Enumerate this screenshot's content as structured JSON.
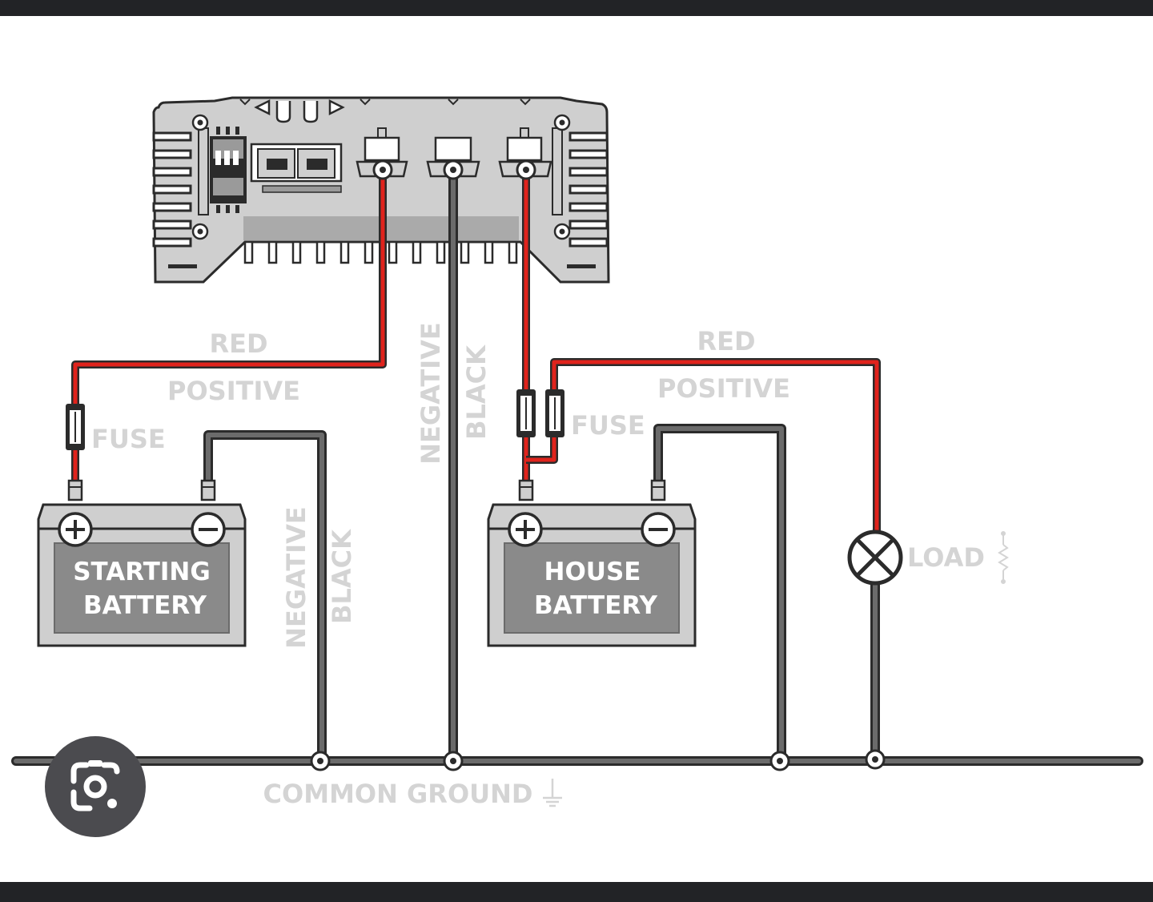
{
  "labels": {
    "red_left": "RED",
    "positive_left": "POSITIVE",
    "fuse_left": "FUSE",
    "negative_center": "NEGATIVE",
    "black_center": "BLACK",
    "red_right": "RED",
    "positive_right": "POSITIVE",
    "fuse_right": "FUSE",
    "negative_left": "NEGATIVE",
    "black_left": "BLACK",
    "load": "LOAD",
    "common_ground": "COMMON GROUND"
  },
  "batteries": {
    "starting": {
      "line1": "STARTING",
      "line2": "BATTERY"
    },
    "house": {
      "line1": "HOUSE",
      "line2": "BATTERY"
    }
  },
  "colors": {
    "positive_wire": "#e0231c",
    "negative_wire": "#6b6b6b",
    "device_body": "#cfcfcf",
    "label_gray": "#d4d4d4",
    "battery_label_bg": "#8a8a8a"
  },
  "icons": {
    "lens": "visual-search-camera-icon",
    "ground": "ground-symbol-icon",
    "resistor": "resistor-icon",
    "lamp": "lamp-load-icon"
  }
}
